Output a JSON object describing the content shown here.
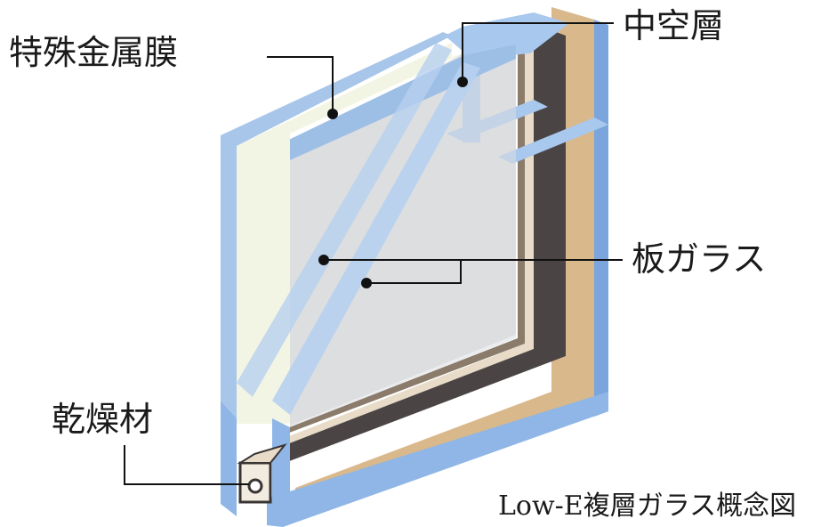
{
  "labels": {
    "metal_film": "特殊金属膜",
    "air_layer": "中空層",
    "sheet_glass": "板ガラス",
    "desiccant": "乾燥材"
  },
  "caption": "Low-E複層ガラス概念図",
  "colors": {
    "glass_edge": "#9dbfe6",
    "glass_edge_dark": "#6f9fd8",
    "glass_front": "#f4f6e6",
    "glass_back": "#dfdfdf",
    "frame_wood": "#d9b88b",
    "frame_dark": "#4a4444",
    "leader_line": "#111111"
  }
}
